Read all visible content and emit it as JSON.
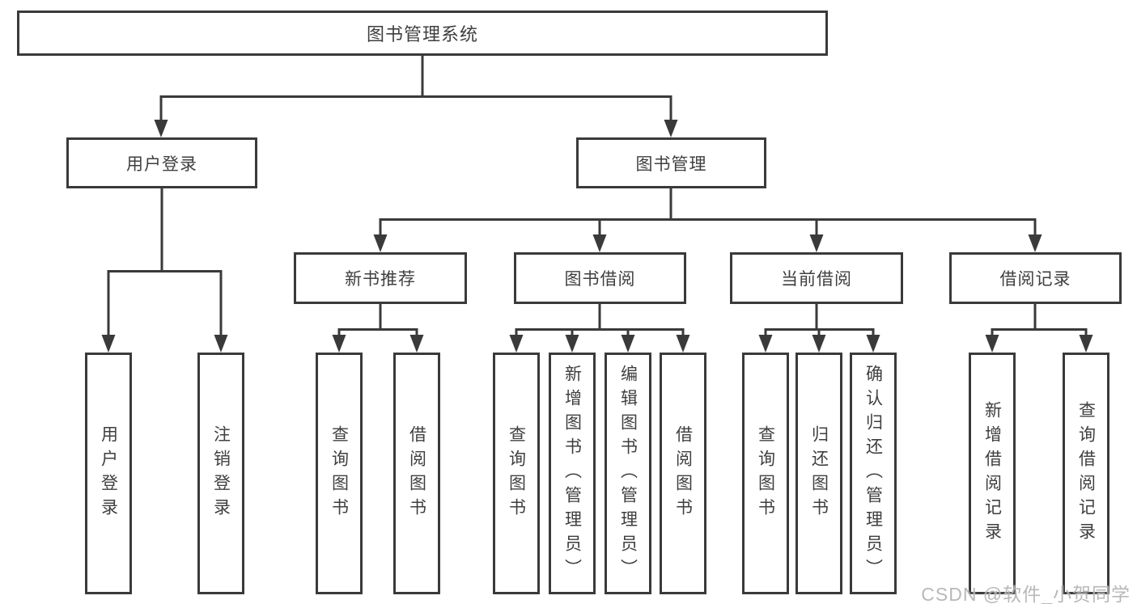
{
  "diagram": {
    "root": {
      "label": "图书管理系统"
    },
    "level2": [
      {
        "id": "user-login",
        "label": "用户登录"
      },
      {
        "id": "book-management",
        "label": "图书管理"
      }
    ],
    "level3": [
      {
        "id": "new-book-recommend",
        "label": "新书推荐"
      },
      {
        "id": "book-borrow",
        "label": "图书借阅"
      },
      {
        "id": "current-borrow",
        "label": "当前借阅"
      },
      {
        "id": "borrow-records",
        "label": "借阅记录"
      }
    ],
    "leaves": [
      {
        "parent": "用户登录",
        "label": "用户登录"
      },
      {
        "parent": "用户登录",
        "label": "注销登录"
      },
      {
        "parent": "新书推荐",
        "label": "查询图书"
      },
      {
        "parent": "新书推荐",
        "label": "借阅图书"
      },
      {
        "parent": "图书借阅",
        "label": "查询图书"
      },
      {
        "parent": "图书借阅",
        "label": "新增图书（管理员）"
      },
      {
        "parent": "图书借阅",
        "label": "编辑图书（管理员）"
      },
      {
        "parent": "图书借阅",
        "label": "借阅图书"
      },
      {
        "parent": "当前借阅",
        "label": "查询图书"
      },
      {
        "parent": "当前借阅",
        "label": "归还图书"
      },
      {
        "parent": "当前借阅",
        "label": "确认归还（管理员）"
      },
      {
        "parent": "借阅记录",
        "label": "新增借阅记录"
      },
      {
        "parent": "借阅记录",
        "label": "查询借阅记录"
      }
    ]
  },
  "watermark": {
    "text": "CSDN @软件_小贺同学"
  },
  "colors": {
    "line": "#3a3a3a",
    "text": "#3f3f3f",
    "watermark": "#b3b3b3",
    "bg": "#ffffff"
  }
}
